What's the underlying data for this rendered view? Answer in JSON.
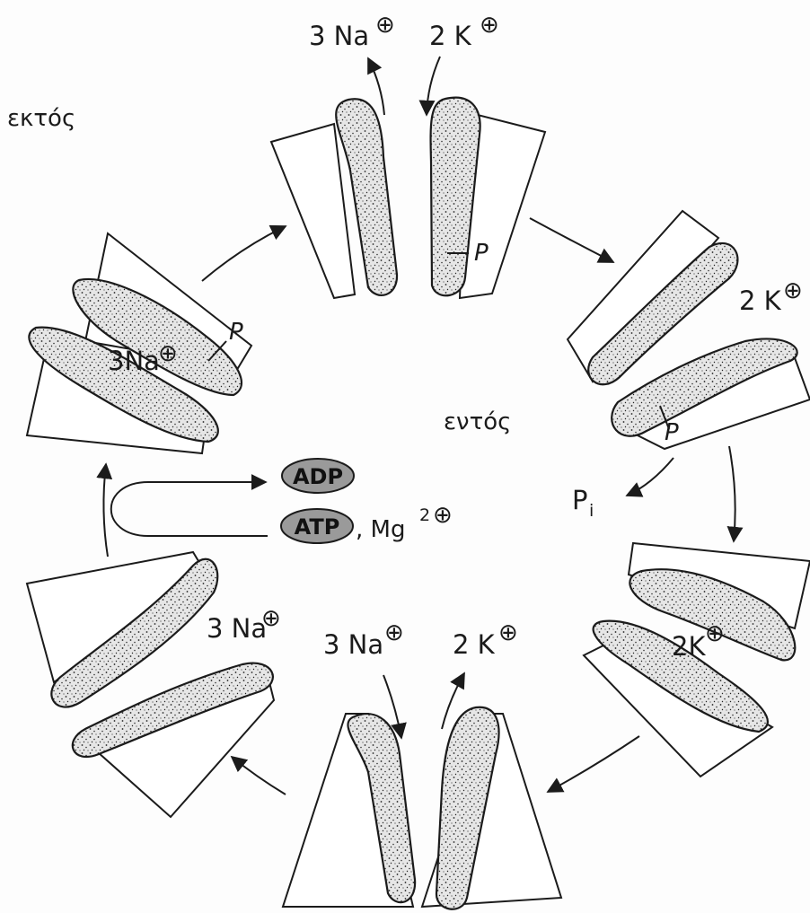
{
  "labels": {
    "outside": "εκτός",
    "inside": "εντός",
    "na3": "3 Na",
    "na3_tight": "3Na",
    "k2": "2 K",
    "k2_tight": "2K",
    "phosphate": "P",
    "pi_base": "P",
    "pi_sub": "i",
    "adp": "ADP",
    "atp": "ATP",
    "mg_text": ", Mg",
    "mg_exp": "2",
    "plus_symbol": "⊕"
  },
  "colors": {
    "ink": "#1b1b1b",
    "protein_fill": "#d9d9d9",
    "pill_fill": "#9a9a9a"
  }
}
